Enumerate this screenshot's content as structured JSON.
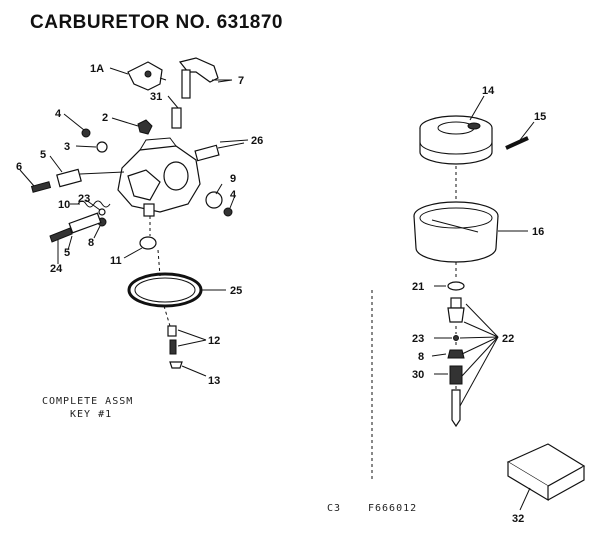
{
  "title": "CARBURETOR NO. 631870",
  "complete_assembly_note_line1": "COMPLETE ASSM",
  "complete_assembly_note_line2": "KEY #1",
  "footer_code_prefix": "C3",
  "footer_code": "F666012",
  "labels": {
    "l1a": "1A",
    "l7": "7",
    "l31": "31",
    "l4a": "4",
    "l2": "2",
    "l26": "26",
    "l3": "3",
    "l5a": "5",
    "l6": "6",
    "l9": "9",
    "l4b": "4",
    "l10": "10",
    "l23a": "23",
    "l8a": "8",
    "l5b": "5",
    "l24": "24",
    "l11": "11",
    "l25": "25",
    "l12": "12",
    "l13": "13",
    "l14": "14",
    "l15": "15",
    "l16": "16",
    "l21": "21",
    "l22": "22",
    "l23b": "23",
    "l8b": "8",
    "l30": "30",
    "l32": "32"
  }
}
